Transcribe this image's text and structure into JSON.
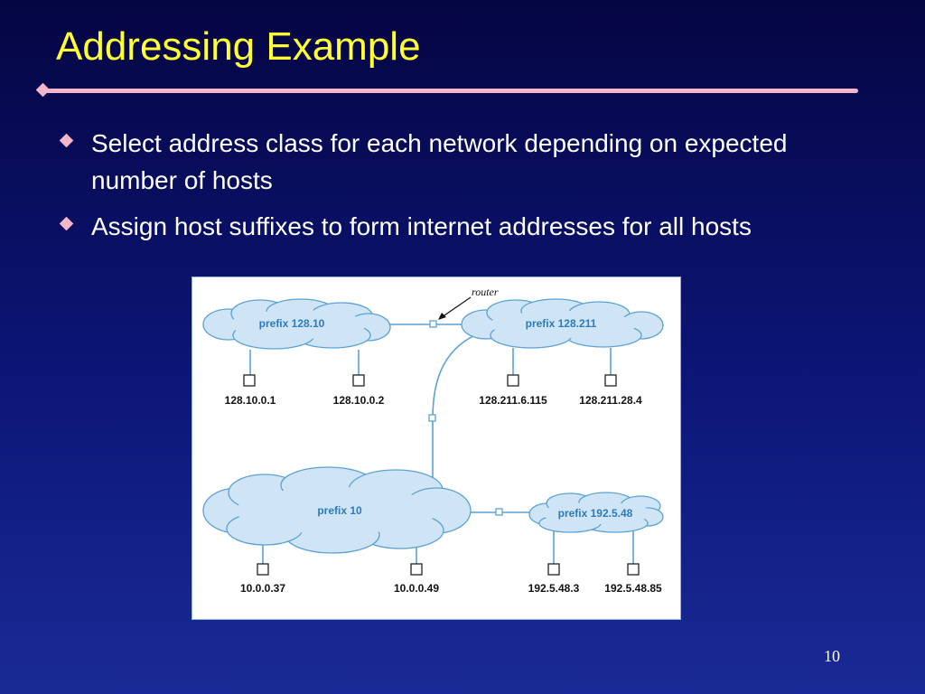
{
  "slide": {
    "title": "Addressing Example",
    "bullets": [
      "Select address class for each network depending on expected number of hosts",
      "Assign host suffixes to form internet addresses for all hosts"
    ],
    "page_number": "10"
  },
  "diagram": {
    "router_label": "router",
    "networks": [
      {
        "prefix": "prefix 128.10",
        "hosts": [
          "128.10.0.1",
          "128.10.0.2"
        ]
      },
      {
        "prefix": "prefix 128.211",
        "hosts": [
          "128.211.6.115",
          "128.211.28.4"
        ]
      },
      {
        "prefix": "prefix 10",
        "hosts": [
          "10.0.0.37",
          "10.0.0.49"
        ]
      },
      {
        "prefix": "prefix 192.5.48",
        "hosts": [
          "192.5.48.3",
          "192.5.48.85"
        ]
      }
    ]
  },
  "colors": {
    "background": "#0c1677",
    "title": "#ffff33",
    "accent": "#f4b6c8",
    "cloud_fill": "#cfe5f6",
    "cloud_stroke": "#5aa2d6",
    "network_label": "#2b7bbd"
  }
}
